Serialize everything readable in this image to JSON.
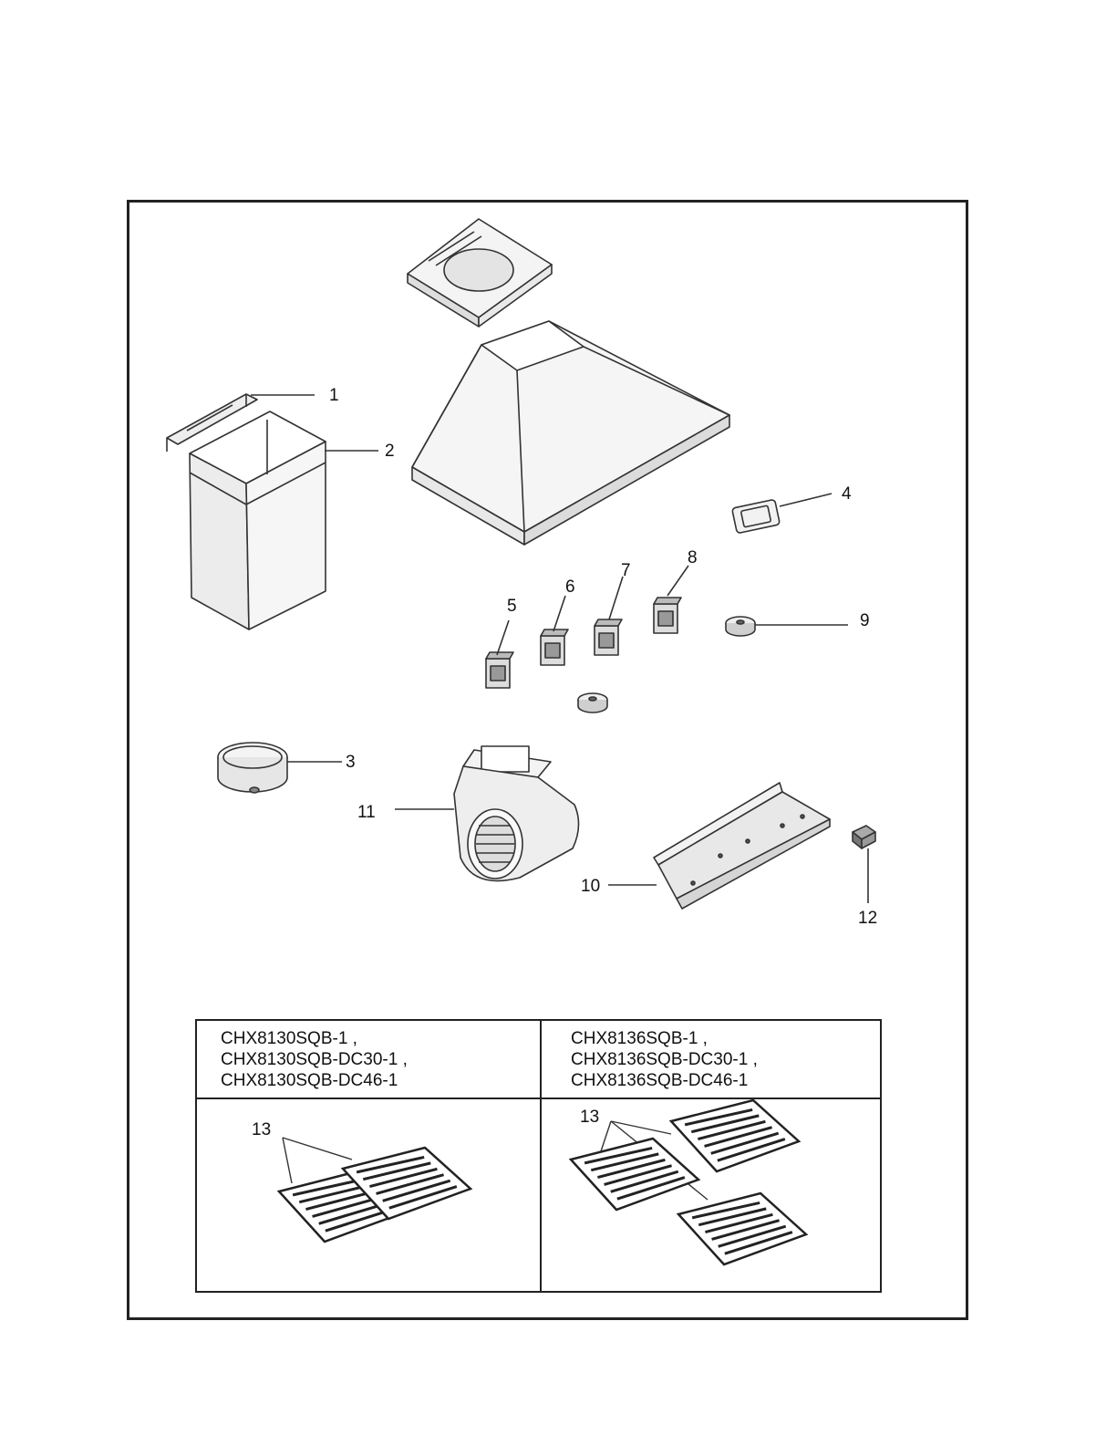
{
  "callouts": {
    "c1": "1",
    "c2": "2",
    "c3": "3",
    "c4": "4",
    "c5": "5",
    "c6": "6",
    "c7": "7",
    "c8": "8",
    "c9": "9",
    "c10": "10",
    "c11": "11",
    "c12": "12"
  },
  "table": {
    "left_models": [
      "CHX8130SQB-1 ,",
      "CHX8130SQB-DC30-1 ,",
      "CHX8130SQB-DC46-1"
    ],
    "right_models": [
      "CHX8136SQB-1 ,",
      "CHX8136SQB-DC30-1 ,",
      "CHX8136SQB-DC46-1"
    ],
    "left_callout": "13",
    "right_callout": "13",
    "left_filter_count": 2,
    "right_filter_count": 3
  }
}
